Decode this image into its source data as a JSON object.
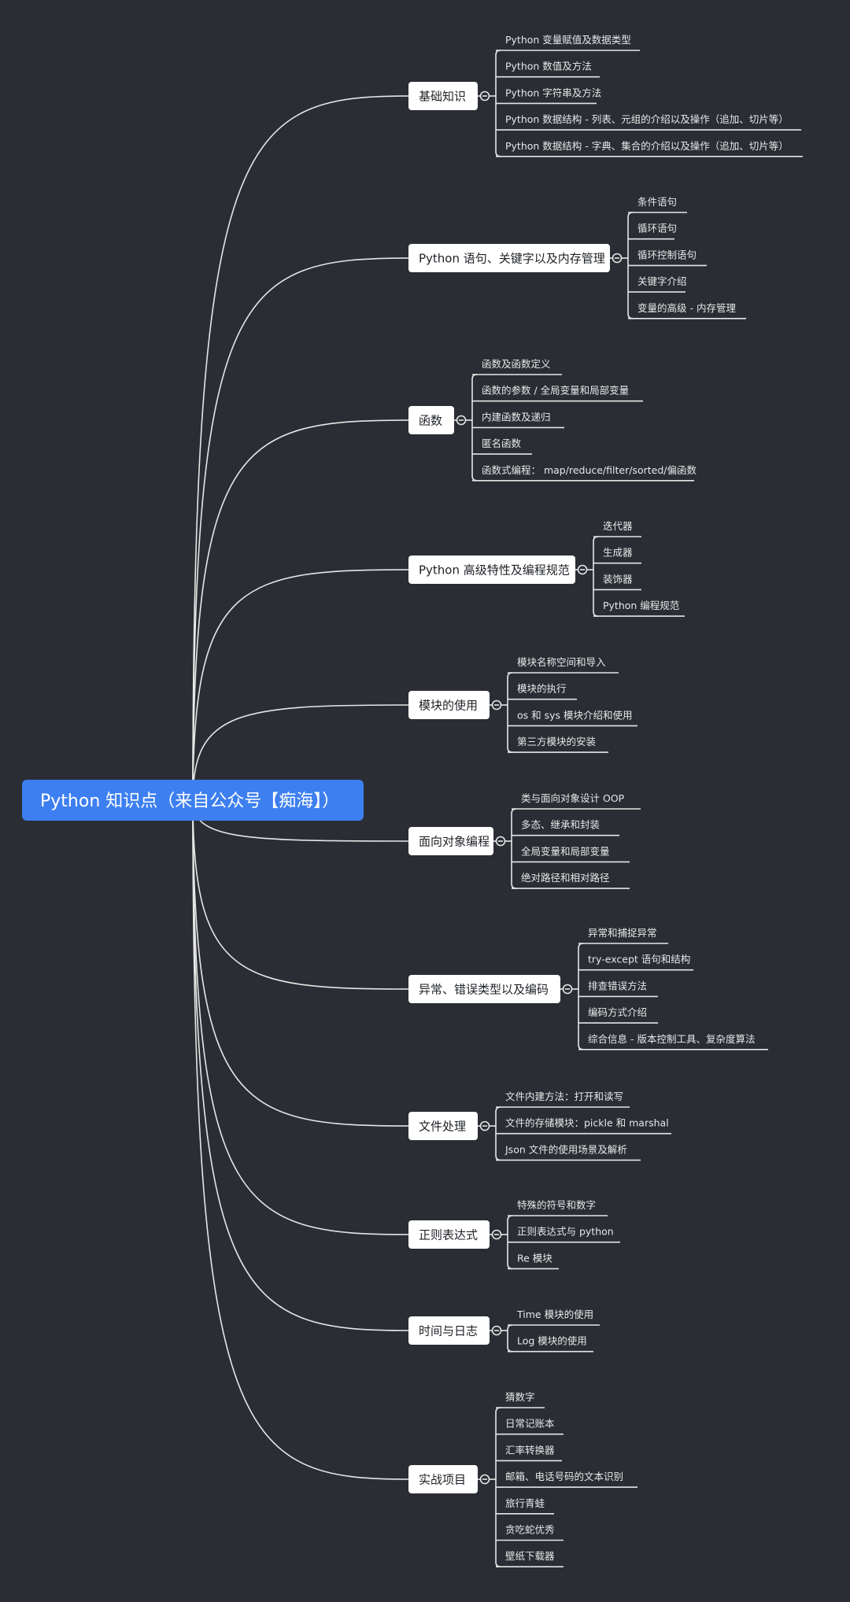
{
  "root": {
    "label": "Python 知识点（来自公众号【痴海】）"
  },
  "colors": {
    "background": "#2a2d33",
    "root": "#3d7ff0",
    "node": "#ffffff",
    "line": "#e6e6e6"
  },
  "branches": [
    {
      "label": "基础知识",
      "children": [
        "Python 变量赋值及数据类型",
        "Python 数值及方法",
        "Python 字符串及方法",
        "Python 数据结构 - 列表、元组的介绍以及操作（追加、切片等）",
        "Python 数据结构 - 字典、集合的介绍以及操作（追加、切片等）"
      ]
    },
    {
      "label": "Python 语句、关键字以及内存管理",
      "children": [
        "条件语句",
        "循环语句",
        "循环控制语句",
        "关键字介绍",
        "变量的高级 - 内存管理"
      ]
    },
    {
      "label": "函数",
      "children": [
        "函数及函数定义",
        "函数的参数 / 全局变量和局部变量",
        "内建函数及递归",
        "匿名函数",
        "函数式编程： map/reduce/filter/sorted/偏函数"
      ]
    },
    {
      "label": "Python 高级特性及编程规范",
      "children": [
        "迭代器",
        "生成器",
        "装饰器",
        "Python 编程规范"
      ]
    },
    {
      "label": "模块的使用",
      "children": [
        "模块名称空间和导入",
        "模块的执行",
        "os 和 sys 模块介绍和使用",
        "第三方模块的安装"
      ]
    },
    {
      "label": "面向对象编程",
      "children": [
        "类与面向对象设计 OOP",
        "多态、继承和封装",
        "全局变量和局部变量",
        "绝对路径和相对路径"
      ]
    },
    {
      "label": "异常、错误类型以及编码",
      "children": [
        "异常和捕捉异常",
        "try-except 语句和结构",
        "排查错误方法",
        "编码方式介绍",
        "综合信息 - 版本控制工具、复杂度算法"
      ]
    },
    {
      "label": "文件处理",
      "children": [
        "文件内建方法：打开和读写",
        "文件的存储模块：pickle 和 marshal",
        "Json 文件的使用场景及解析"
      ]
    },
    {
      "label": "正则表达式",
      "children": [
        "特殊的符号和数字",
        "正则表达式与 python",
        "Re 模块"
      ]
    },
    {
      "label": "时间与日志",
      "children": [
        "Time 模块的使用",
        "Log 模块的使用"
      ]
    },
    {
      "label": "实战项目",
      "children": [
        "猜数字",
        "日常记账本",
        "汇率转换器",
        "邮箱、电话号码的文本识别",
        "旅行青蛙",
        "贪吃蛇优秀",
        "壁纸下载器"
      ]
    }
  ]
}
